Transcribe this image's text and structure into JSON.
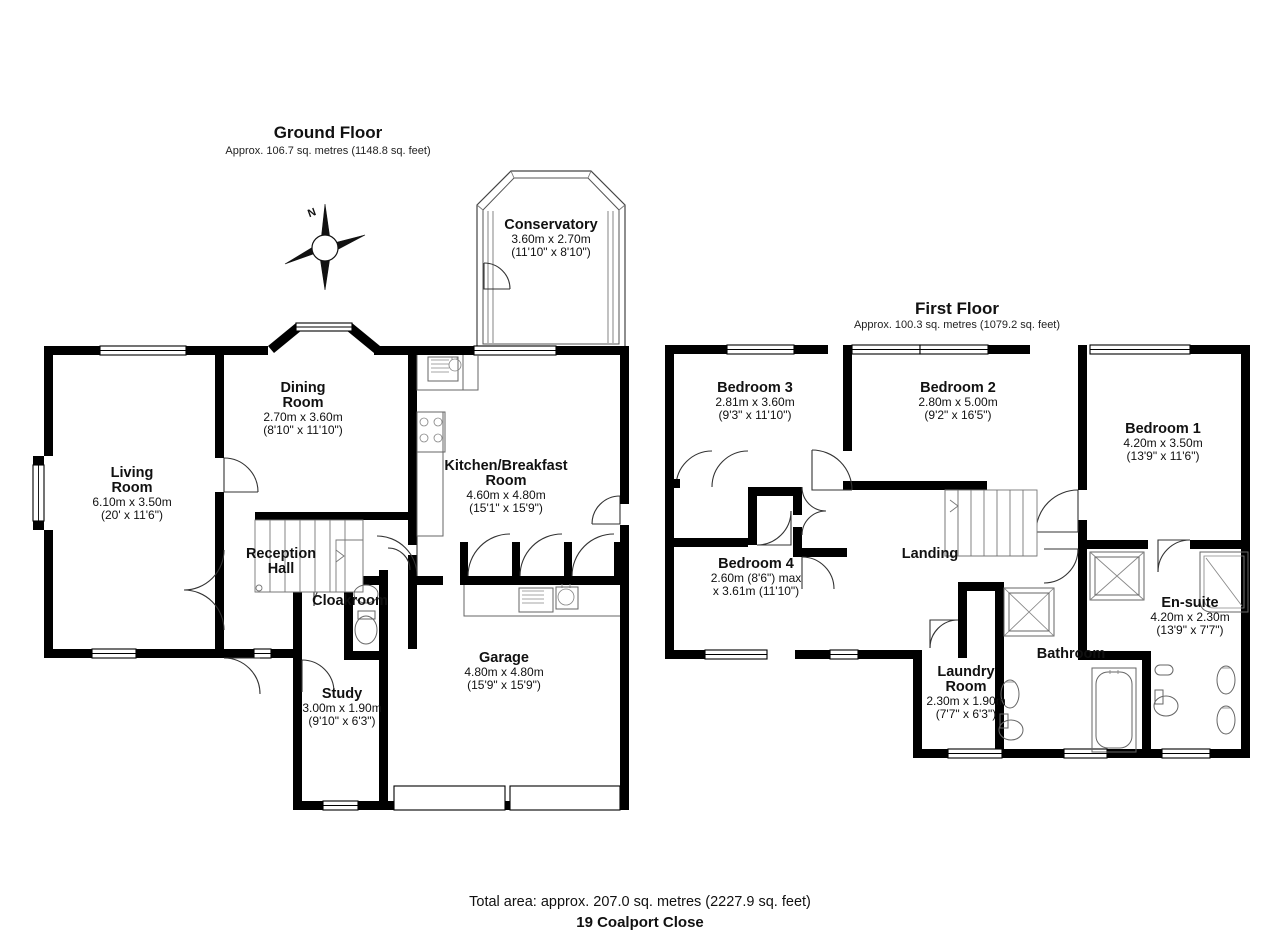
{
  "document": {
    "type": "floor-plan",
    "address": "19 Coalport Close",
    "total_area_text": "Total area: approx. 207.0 sq. metres (2227.9 sq. feet)",
    "background_color": "#ffffff",
    "line_color": "#000000"
  },
  "compass": {
    "name": "compass-rose",
    "north_label": "N"
  },
  "floors": [
    {
      "id": "ground",
      "title": "Ground Floor",
      "subtitle": "Approx. 106.7 sq. metres (1148.8 sq. feet)",
      "area_sqm": 106.7,
      "area_sqft": 1148.8,
      "rooms": [
        {
          "id": "conservatory",
          "name": "Conservatory",
          "dim_metric": "3.60m x 2.70m",
          "dim_imperial": "(11'10\" x 8'10\")"
        },
        {
          "id": "dining-room",
          "name": "Dining Room",
          "name_line1": "Dining",
          "name_line2": "Room",
          "dim_metric": "2.70m x 3.60m",
          "dim_imperial": "(8'10\" x 11'10\")"
        },
        {
          "id": "living-room",
          "name": "Living Room",
          "name_line1": "Living",
          "name_line2": "Room",
          "dim_metric": "6.10m x 3.50m",
          "dim_imperial": "(20' x 11'6\")"
        },
        {
          "id": "kitchen-breakfast-room",
          "name": "Kitchen/Breakfast Room",
          "name_line1": "Kitchen/Breakfast",
          "name_line2": "Room",
          "dim_metric": "4.60m x 4.80m",
          "dim_imperial": "(15'1\" x 15'9\")"
        },
        {
          "id": "reception-hall",
          "name": "Reception Hall",
          "name_line1": "Reception",
          "name_line2": "Hall",
          "dim_metric": "",
          "dim_imperial": ""
        },
        {
          "id": "cloakroom",
          "name": "Cloakroom",
          "dim_metric": "",
          "dim_imperial": ""
        },
        {
          "id": "study",
          "name": "Study",
          "dim_metric": "3.00m x 1.90m",
          "dim_imperial": "(9'10\" x 6'3\")"
        },
        {
          "id": "garage",
          "name": "Garage",
          "dim_metric": "4.80m x 4.80m",
          "dim_imperial": "(15'9\" x 15'9\")"
        }
      ]
    },
    {
      "id": "first",
      "title": "First Floor",
      "subtitle": "Approx. 100.3 sq. metres (1079.2 sq. feet)",
      "area_sqm": 100.3,
      "area_sqft": 1079.2,
      "rooms": [
        {
          "id": "bedroom-3",
          "name": "Bedroom 3",
          "dim_metric": "2.81m x 3.60m",
          "dim_imperial": "(9'3\" x 11'10\")"
        },
        {
          "id": "bedroom-2",
          "name": "Bedroom 2",
          "dim_metric": "2.80m x 5.00m",
          "dim_imperial": "(9'2\" x 16'5\")"
        },
        {
          "id": "bedroom-1",
          "name": "Bedroom 1",
          "dim_metric": "4.20m x 3.50m",
          "dim_imperial": "(13'9\" x 11'6\")"
        },
        {
          "id": "bedroom-4",
          "name": "Bedroom 4",
          "dim_metric": "2.60m (8'6\") max",
          "dim_imperial": "x 3.61m (11'10\")"
        },
        {
          "id": "landing",
          "name": "Landing",
          "dim_metric": "",
          "dim_imperial": ""
        },
        {
          "id": "laundry-room",
          "name": "Laundry Room",
          "name_line1": "Laundry",
          "name_line2": "Room",
          "dim_metric": "2.30m x 1.90m",
          "dim_imperial": "(7'7\" x 6'3\")"
        },
        {
          "id": "bathroom",
          "name": "Bathroom",
          "dim_metric": "",
          "dim_imperial": ""
        },
        {
          "id": "en-suite",
          "name": "En-suite",
          "dim_metric": "4.20m x 2.30m",
          "dim_imperial": "(13'9\" x 7'7\")"
        }
      ]
    }
  ]
}
